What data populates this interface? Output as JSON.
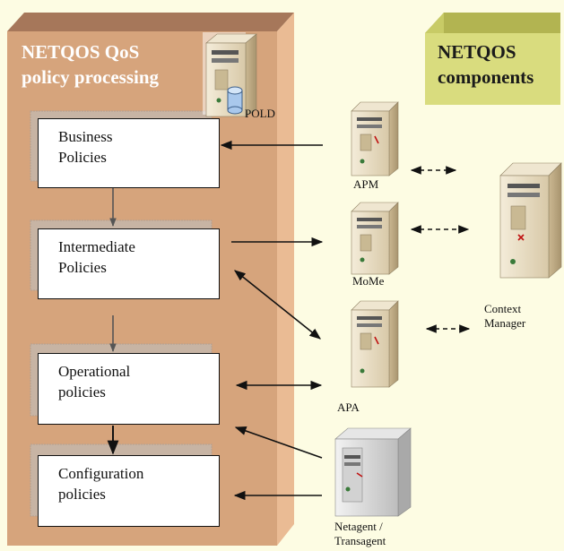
{
  "left_panel": {
    "title_line1": "NETQOS QoS",
    "title_line2": "policy processing"
  },
  "right_panel": {
    "title_line1": "NETQOS",
    "title_line2": "components"
  },
  "pold": {
    "label": "POLD"
  },
  "policies": {
    "business": {
      "line1": "Business",
      "line2": "Policies"
    },
    "intermediate": {
      "line1": "Intermediate",
      "line2": "Policies"
    },
    "operational": {
      "line1": "Operational",
      "line2": "policies"
    },
    "configuration": {
      "line1": "Configuration",
      "line2": "policies"
    }
  },
  "components": {
    "apm": "APM",
    "mome": "MoMe",
    "apa": "APA",
    "context_manager_line1": "Context",
    "context_manager_line2": "Manager",
    "netagent_line1": "Netagent /",
    "netagent_line2": "Transagent"
  },
  "colors": {
    "background": "#fdfce3",
    "panel_front": "#d6a47c",
    "panel_top": "#a6775a",
    "panel_side": "#eabb94",
    "components_header_front": "#d9dc7e",
    "components_header_top": "#b2b451",
    "server_body": "#e9dec7"
  },
  "icons": [
    "server-icon",
    "database-icon",
    "arrow-icon"
  ]
}
